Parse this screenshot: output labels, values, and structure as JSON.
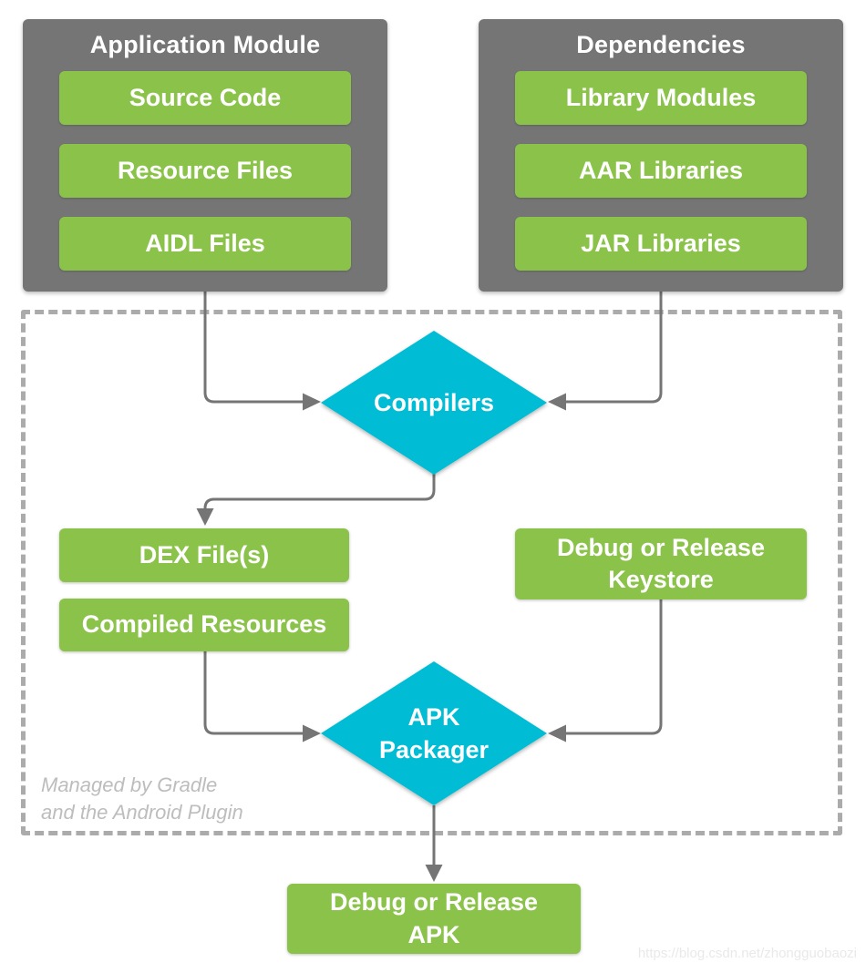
{
  "diagram": {
    "application_module": {
      "title": "Application Module",
      "items": [
        "Source Code",
        "Resource Files",
        "AIDL Files"
      ]
    },
    "dependencies": {
      "title": "Dependencies",
      "items": [
        "Library Modules",
        "AAR Libraries",
        "JAR Libraries"
      ]
    },
    "compilers": {
      "label": "Compilers"
    },
    "dex": {
      "label": "DEX File(s)"
    },
    "compiled_resources": {
      "label": "Compiled Resources"
    },
    "keystore": {
      "line1": "Debug or Release",
      "line2": "Keystore"
    },
    "apk_packager": {
      "line1": "APK",
      "line2": "Packager"
    },
    "output_apk": {
      "line1": "Debug or Release",
      "line2": "APK"
    },
    "note": {
      "line1": "Managed by Gradle",
      "line2": "and the Android Plugin"
    }
  },
  "watermark": "https://blog.csdn.net/zhongguobaozi",
  "colors": {
    "node_green": "#8BC34A",
    "card_gray": "#757575",
    "diamond_cyan": "#00BCD4",
    "connector_gray": "#757575",
    "dashed_border": "#ABABAB",
    "note_gray": "#BDBDBD"
  }
}
